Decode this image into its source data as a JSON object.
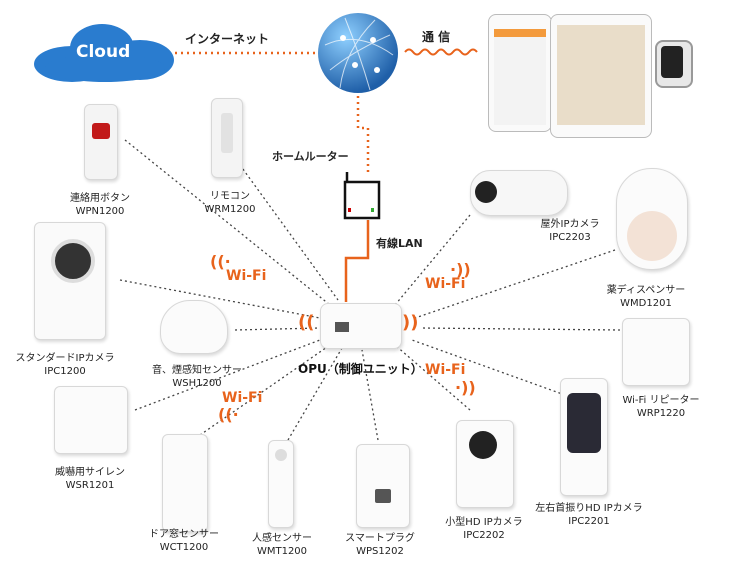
{
  "top": {
    "cloud_label": "Cloud",
    "internet_label": "インターネット",
    "comm_label": "通 信",
    "router_label": "ホームルーター",
    "lan_label": "有線LAN"
  },
  "hub": {
    "label": "OPU（制御ユニット）"
  },
  "wifi_labels": [
    "Wi-Fi",
    "Wi-Fi",
    "Wi-Fi",
    "Wi-Fi"
  ],
  "devices": [
    {
      "name": "連絡用ボタン",
      "model": "WPN1200"
    },
    {
      "name": "リモコン",
      "model": "WRM1200"
    },
    {
      "name": "屋外IPカメラ",
      "model": "IPC2203"
    },
    {
      "name": "薬ディスペンサー",
      "model": "WMD1201"
    },
    {
      "name": "スタンダードIPカメラ",
      "model": "IPC1200"
    },
    {
      "name": "音、煙感知センサー",
      "model": "WSH1200"
    },
    {
      "name": "Wi-Fi リピーター",
      "model": "WRP1220"
    },
    {
      "name": "威嚇用サイレン",
      "model": "WSR1201"
    },
    {
      "name": "ドア窓センサー",
      "model": "WCT1200"
    },
    {
      "name": "人感センサー",
      "model": "WMT1200"
    },
    {
      "name": "スマートプラグ",
      "model": "WPS1202"
    },
    {
      "name": "小型HD IPカメラ",
      "model": "IPC2202"
    },
    {
      "name": "左右首振りHD IPカメラ",
      "model": "IPC2201"
    }
  ],
  "colors": {
    "accent": "#e8631c",
    "cloud": "#2a7ccf",
    "globe": "#1f78c8"
  }
}
